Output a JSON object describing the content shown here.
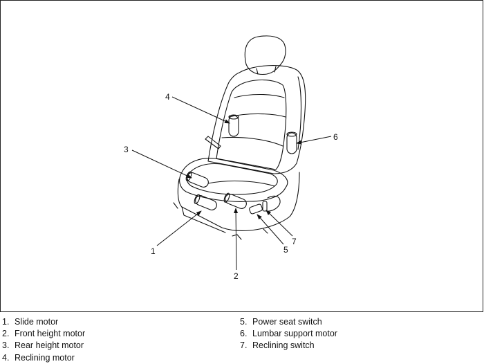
{
  "diagram": {
    "callouts": [
      "1",
      "2",
      "3",
      "4",
      "5",
      "6",
      "7"
    ]
  },
  "legend": {
    "left": [
      {
        "num": "1.",
        "text": "Slide motor"
      },
      {
        "num": "2.",
        "text": "Front height motor"
      },
      {
        "num": "3.",
        "text": "Rear height motor"
      },
      {
        "num": "4.",
        "text": "Reclining motor"
      }
    ],
    "right": [
      {
        "num": "5.",
        "text": "Power seat switch"
      },
      {
        "num": "6.",
        "text": "Lumbar support motor"
      },
      {
        "num": "7.",
        "text": "Reclining switch"
      }
    ]
  },
  "colors": {
    "line": "#111111",
    "background": "#ffffff"
  }
}
